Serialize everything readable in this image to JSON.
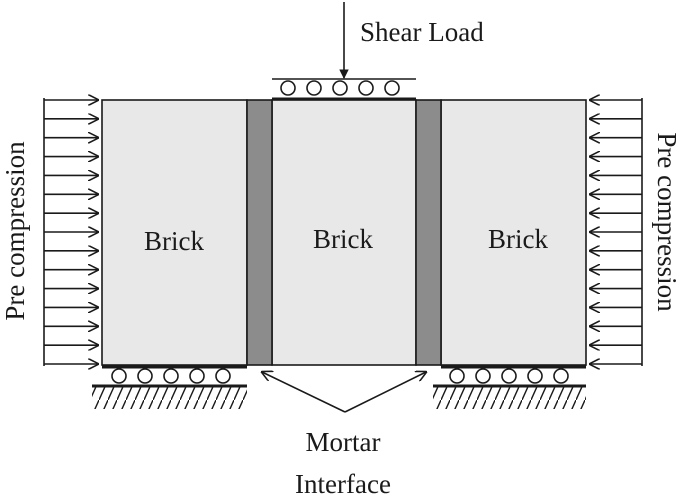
{
  "labels": {
    "shear_load": "Shear Load",
    "pre_compression_left": "Pre compression",
    "pre_compression_right": "Pre compression",
    "brick_left": "Brick",
    "brick_middle": "Brick",
    "brick_right": "Brick",
    "mortar_line1": "Mortar",
    "mortar_line2": "Interface"
  },
  "colors": {
    "brick_fill": "#e8e8e8",
    "mortar_fill": "#8c8c8c",
    "ink": "#1a1a1a"
  }
}
